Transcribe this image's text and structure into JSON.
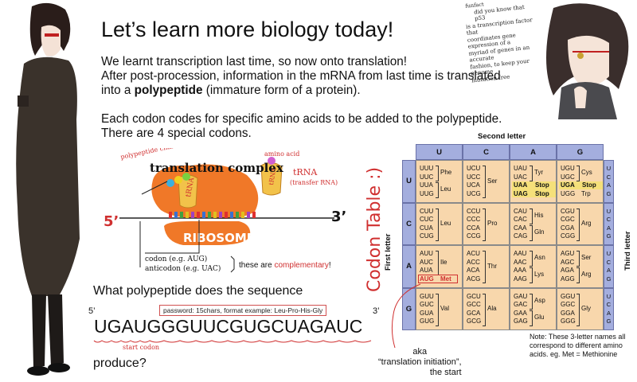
{
  "title": "Let’s learn more biology today!",
  "intro": {
    "line1": "We learnt transcription last time, so now onto translation!",
    "line2": "After post-procession, information in the mRNA from last time is translated",
    "line3_pre": "into a ",
    "line3_bold": "polypeptide",
    "line3_post": " (immature form of a protein).",
    "line4": "Each codon codes for specific amino acids to be added to the polypeptide.",
    "line5": "There are 4 special codons."
  },
  "funfact": {
    "title": "funfact",
    "lines": [
      "did you know that p53",
      "is a transcription factor that",
      "coordinates gene expression of a",
      "myriad of genes in an accurate",
      "fashion, to keep your genome",
      "mutation free"
    ]
  },
  "diagram": {
    "heading": "translation complex",
    "polypeptide_label": "polypeptide chain",
    "amino_acid_label": "amino acid",
    "trna_label": "tRNA",
    "trna_note": "(transfer RNA)",
    "trna_body": "tRNA",
    "ribosome": "RIBOSOME",
    "five_prime": "5’",
    "three_prime": "3’",
    "codon_line": "codon (e.g. AUG)",
    "anticodon_line": "anticodon (e.g. UAC)",
    "complementary_pre": "these are ",
    "complementary_word": "complementary",
    "complementary_post": "!",
    "colors": {
      "ribosome": "#f07828",
      "trna": "#f2c24a",
      "accent": "#d03030"
    }
  },
  "question": {
    "text": "What polypeptide does the sequence",
    "password_hint": "password: 15chars, format example: Leu-Pro-His-Gly",
    "sequence": "UGAUGGGUUCGUGCUAGAUC",
    "five_prime": "5’",
    "three_prime": "3’",
    "start_codon_label": "start codon",
    "produce": "produce?"
  },
  "codon_table": {
    "title": "Codon Table :)",
    "second_letter": "Second letter",
    "first_letter": "First letter",
    "third_letter": "Third letter",
    "columns": [
      "U",
      "C",
      "A",
      "G"
    ],
    "rows": [
      {
        "first": "U",
        "third": [
          "U",
          "C",
          "A",
          "G"
        ],
        "cells": [
          {
            "codons": [
              "UUU",
              "UUC",
              "UUA",
              "UUG"
            ],
            "aa": [
              {
                "name": "Phe",
                "span": [
                  0,
                  1
                ]
              },
              {
                "name": "Leu",
                "span": [
                  2,
                  3
                ]
              }
            ]
          },
          {
            "codons": [
              "UCU",
              "UCC",
              "UCA",
              "UCG"
            ],
            "aa": [
              {
                "name": "Ser",
                "span": [
                  0,
                  3
                ]
              }
            ]
          },
          {
            "codons": [
              "UAU",
              "UAC",
              "UAA",
              "UAG"
            ],
            "aa": [
              {
                "name": "Tyr",
                "span": [
                  0,
                  1
                ]
              },
              {
                "name": "Stop",
                "span": [
                  2,
                  2
                ]
              },
              {
                "name": "Stop",
                "span": [
                  3,
                  3
                ]
              }
            ]
          },
          {
            "codons": [
              "UGU",
              "UGC",
              "UGA",
              "UGG"
            ],
            "aa": [
              {
                "name": "Cys",
                "span": [
                  0,
                  1
                ]
              },
              {
                "name": "Stop",
                "span": [
                  2,
                  2
                ]
              },
              {
                "name": "Trp",
                "span": [
                  3,
                  3
                ]
              }
            ]
          }
        ]
      },
      {
        "first": "C",
        "third": [
          "U",
          "C",
          "A",
          "G"
        ],
        "cells": [
          {
            "codons": [
              "CUU",
              "CUC",
              "CUA",
              "CUG"
            ],
            "aa": [
              {
                "name": "Leu",
                "span": [
                  0,
                  3
                ]
              }
            ]
          },
          {
            "codons": [
              "CCU",
              "CCC",
              "CCA",
              "CCG"
            ],
            "aa": [
              {
                "name": "Pro",
                "span": [
                  0,
                  3
                ]
              }
            ]
          },
          {
            "codons": [
              "CAU",
              "CAC",
              "CAA",
              "CAG"
            ],
            "aa": [
              {
                "name": "His",
                "span": [
                  0,
                  1
                ]
              },
              {
                "name": "Gln",
                "span": [
                  2,
                  3
                ]
              }
            ]
          },
          {
            "codons": [
              "CGU",
              "CGC",
              "CGA",
              "CGG"
            ],
            "aa": [
              {
                "name": "Arg",
                "span": [
                  0,
                  3
                ]
              }
            ]
          }
        ]
      },
      {
        "first": "A",
        "third": [
          "U",
          "C",
          "A",
          "G"
        ],
        "cells": [
          {
            "codons": [
              "AUU",
              "AUC",
              "AUA",
              "AUG"
            ],
            "aa": [
              {
                "name": "Ile",
                "span": [
                  0,
                  2
                ]
              },
              {
                "name": "Met",
                "span": [
                  3,
                  3
                ]
              }
            ]
          },
          {
            "codons": [
              "ACU",
              "ACC",
              "ACA",
              "ACG"
            ],
            "aa": [
              {
                "name": "Thr",
                "span": [
                  0,
                  3
                ]
              }
            ]
          },
          {
            "codons": [
              "AAU",
              "AAC",
              "AAA",
              "AAG"
            ],
            "aa": [
              {
                "name": "Asn",
                "span": [
                  0,
                  1
                ]
              },
              {
                "name": "Lys",
                "span": [
                  2,
                  3
                ]
              }
            ]
          },
          {
            "codons": [
              "AGU",
              "AGC",
              "AGA",
              "AGG"
            ],
            "aa": [
              {
                "name": "Ser",
                "span": [
                  0,
                  1
                ]
              },
              {
                "name": "Arg",
                "span": [
                  2,
                  3
                ]
              }
            ]
          }
        ]
      },
      {
        "first": "G",
        "third": [
          "U",
          "C",
          "A",
          "G"
        ],
        "cells": [
          {
            "codons": [
              "GUU",
              "GUC",
              "GUA",
              "GUG"
            ],
            "aa": [
              {
                "name": "Val",
                "span": [
                  0,
                  3
                ]
              }
            ]
          },
          {
            "codons": [
              "GCU",
              "GCC",
              "GCA",
              "GCG"
            ],
            "aa": [
              {
                "name": "Ala",
                "span": [
                  0,
                  3
                ]
              }
            ]
          },
          {
            "codons": [
              "GAU",
              "GAC",
              "GAA",
              "GAG"
            ],
            "aa": [
              {
                "name": "Asp",
                "span": [
                  0,
                  1
                ]
              },
              {
                "name": "Glu",
                "span": [
                  2,
                  3
                ]
              }
            ]
          },
          {
            "codons": [
              "GGU",
              "GGC",
              "GGA",
              "GGG"
            ],
            "aa": [
              {
                "name": "Gly",
                "span": [
                  0,
                  3
                ]
              }
            ]
          }
        ]
      }
    ],
    "colors": {
      "header": "#a4aede",
      "cell": "#f8d7ac",
      "stop": "#f5e07a",
      "highlight": "#d03030"
    }
  },
  "aka": {
    "line1": "aka",
    "line2": "“translation initiation”,",
    "line3": "the start"
  },
  "note": "Note: These 3-letter names all correspond to different amino acids. eg. Met = Methionine"
}
